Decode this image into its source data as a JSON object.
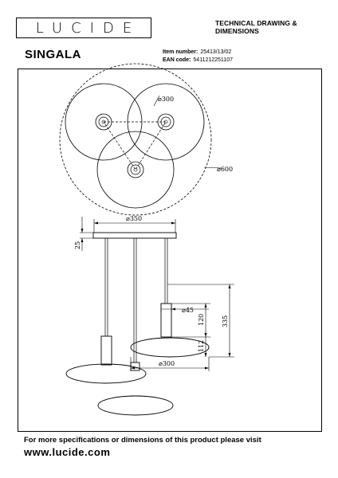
{
  "header": {
    "brand": "LUCIDE",
    "doc_title": "TECHNICAL DRAWING & DIMENSIONS"
  },
  "product": {
    "name": "SINGALA",
    "item_label": "Item number:",
    "item_number": "25413/13/02",
    "ean_label": "EAN code:",
    "ean_code": "5411212251107"
  },
  "dimensions": {
    "shade_diameter_top": "⌀300",
    "total_diameter": "⌀600",
    "canopy_diameter": "⌀350",
    "canopy_height": "25",
    "holder_diameter": "⌀45",
    "holder_height": "120",
    "shade_height": "112",
    "pendant_height": "335",
    "shade_diameter_side": "⌀300"
  },
  "footer": {
    "note": "For more specifications or dimensions of this product please visit",
    "website": "www.lucide.com"
  }
}
